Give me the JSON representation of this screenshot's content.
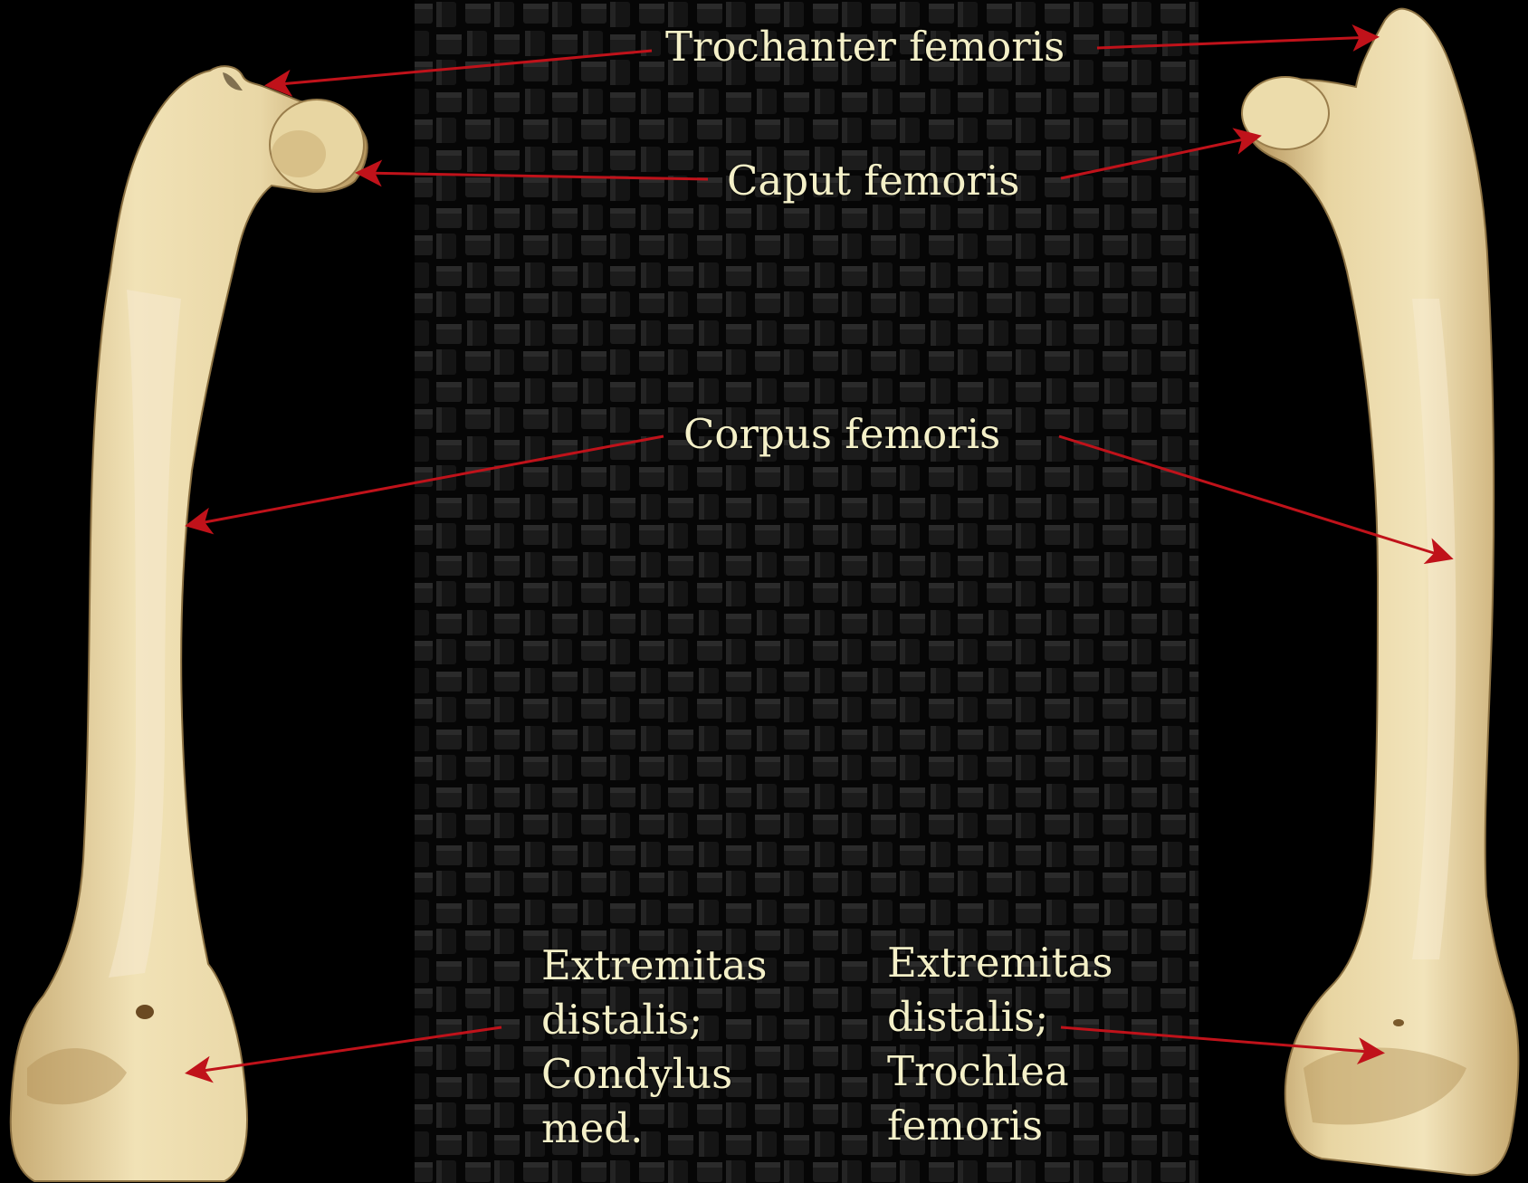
{
  "colors": {
    "background": "#000000",
    "weave_dark": "#0b0b0b",
    "weave_light": "#3a3a3a",
    "bone_light": "#f3e3b8",
    "bone_shadow": "#b89a62",
    "arrow": "#c0121a",
    "label_text": "#f4f0c8"
  },
  "labels": {
    "trochanter": "Trochanter femoris",
    "caput": "Caput femoris",
    "corpus": "Corpus femoris",
    "condylus": {
      "line1": "Extremitas",
      "line2": "distalis;",
      "line3": "Condylus",
      "line4": "med."
    },
    "trochlea": {
      "line1": "Extremitas",
      "line2": "distalis;",
      "line3": "Trochlea",
      "line4": "femoris"
    }
  }
}
